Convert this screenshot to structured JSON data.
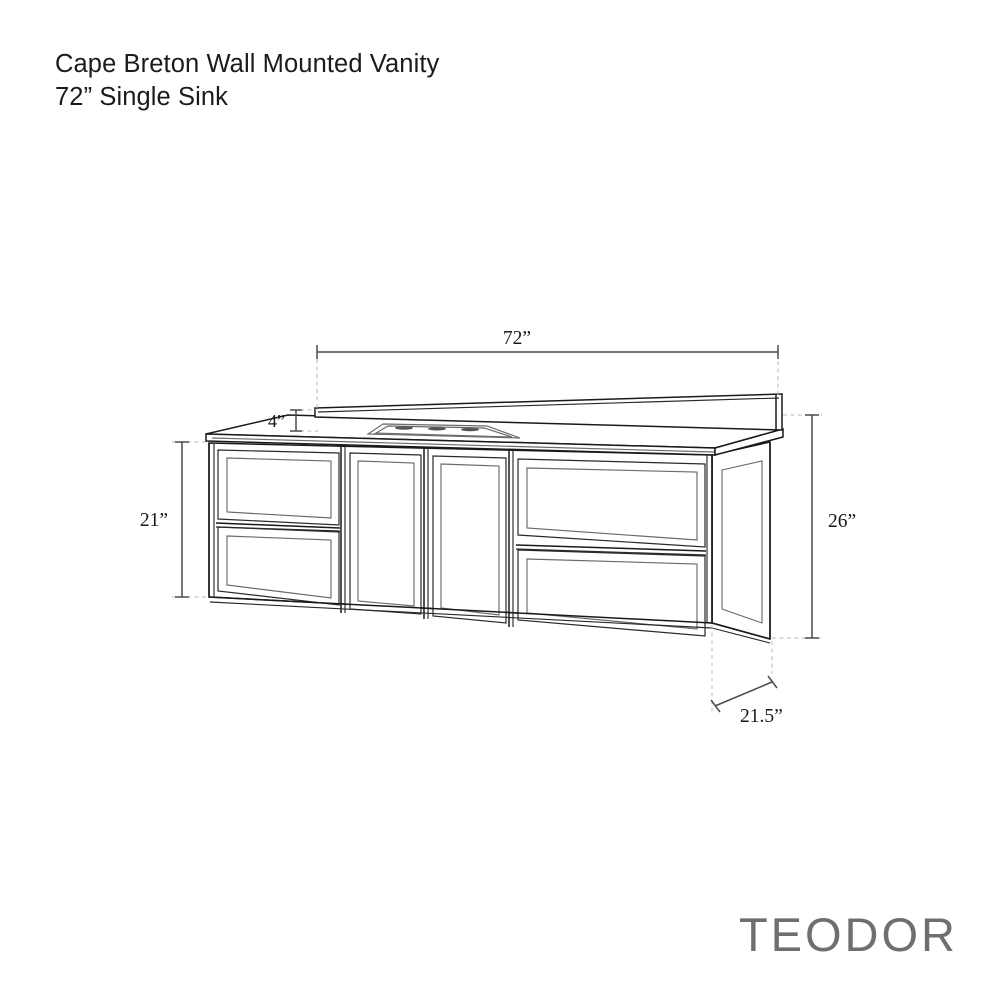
{
  "document": {
    "background_color": "#ffffff",
    "type": "product-dimension-drawing"
  },
  "title": {
    "line1": "Cape Breton Wall Mounted Vanity",
    "line2": "72” Single Sink"
  },
  "brand": {
    "name": "TEODOR",
    "color": "#6f6f72"
  },
  "dimensions": {
    "width": "72”",
    "backsplash_height": "4”",
    "cabinet_height": "21”",
    "overall_height": "26”",
    "depth": "21.5”"
  },
  "product": {
    "name": "Cape Breton Wall Mounted Vanity",
    "size": "72”",
    "sink_config": "Single Sink",
    "mounting": "Wall Mounted",
    "line_color": "#1a1a1a",
    "fill_color": "#ffffff",
    "faces": [
      {
        "id": "left-drawer-upper",
        "type": "drawer"
      },
      {
        "id": "left-drawer-lower",
        "type": "drawer"
      },
      {
        "id": "center-door-left",
        "type": "door"
      },
      {
        "id": "center-door-right",
        "type": "door"
      },
      {
        "id": "right-drawer-upper",
        "type": "drawer"
      },
      {
        "id": "right-drawer-lower",
        "type": "drawer"
      }
    ],
    "countertop": {
      "has_backsplash": true,
      "sink": "integrated single basin",
      "faucet_holes": 3
    }
  }
}
